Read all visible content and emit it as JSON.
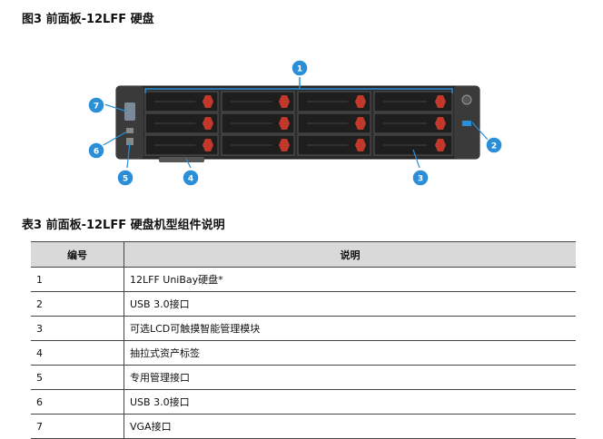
{
  "figure": {
    "caption": "图3 前面板-12LFF 硬盘",
    "callouts": [
      "1",
      "2",
      "3",
      "4",
      "5",
      "6",
      "7"
    ]
  },
  "table": {
    "caption": "表3 前面板-12LFF 硬盘机型组件说明",
    "headers": [
      "编号",
      "说明"
    ],
    "rows": [
      [
        "1",
        "12LFF UniBay硬盘*"
      ],
      [
        "2",
        "USB 3.0接口"
      ],
      [
        "3",
        "可选LCD可触摸智能管理模块"
      ],
      [
        "4",
        "抽拉式资产标签"
      ],
      [
        "5",
        "专用管理接口"
      ],
      [
        "6",
        "USB 3.0接口"
      ],
      [
        "7",
        "VGA接口"
      ]
    ]
  },
  "colors": {
    "callout": "#2a8fd7",
    "drive_latch": "#c0392b",
    "chassis": "#2b2b2b"
  }
}
